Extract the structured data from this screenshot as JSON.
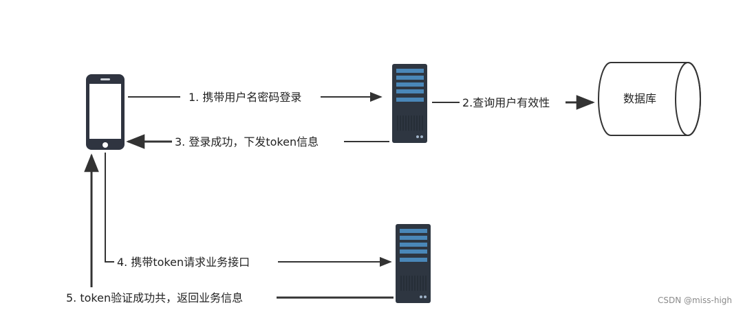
{
  "labels": {
    "step1": "1. 携带用户名密码登录",
    "step2": "2.查询用户有效性",
    "step3": "3. 登录成功，下发token信息",
    "step4": "4. 携带token请求业务接口",
    "step5": "5. token验证成功共，返回业务信息"
  },
  "database": {
    "label": "数据库"
  },
  "watermark": "CSDN @miss-high",
  "colors": {
    "line": "#333333",
    "phone_body": "#2f3440",
    "server_body": "#2e3641",
    "server_slot": "#4a87b8"
  },
  "icons": [
    "phone-icon",
    "server-icon",
    "database-icon"
  ]
}
